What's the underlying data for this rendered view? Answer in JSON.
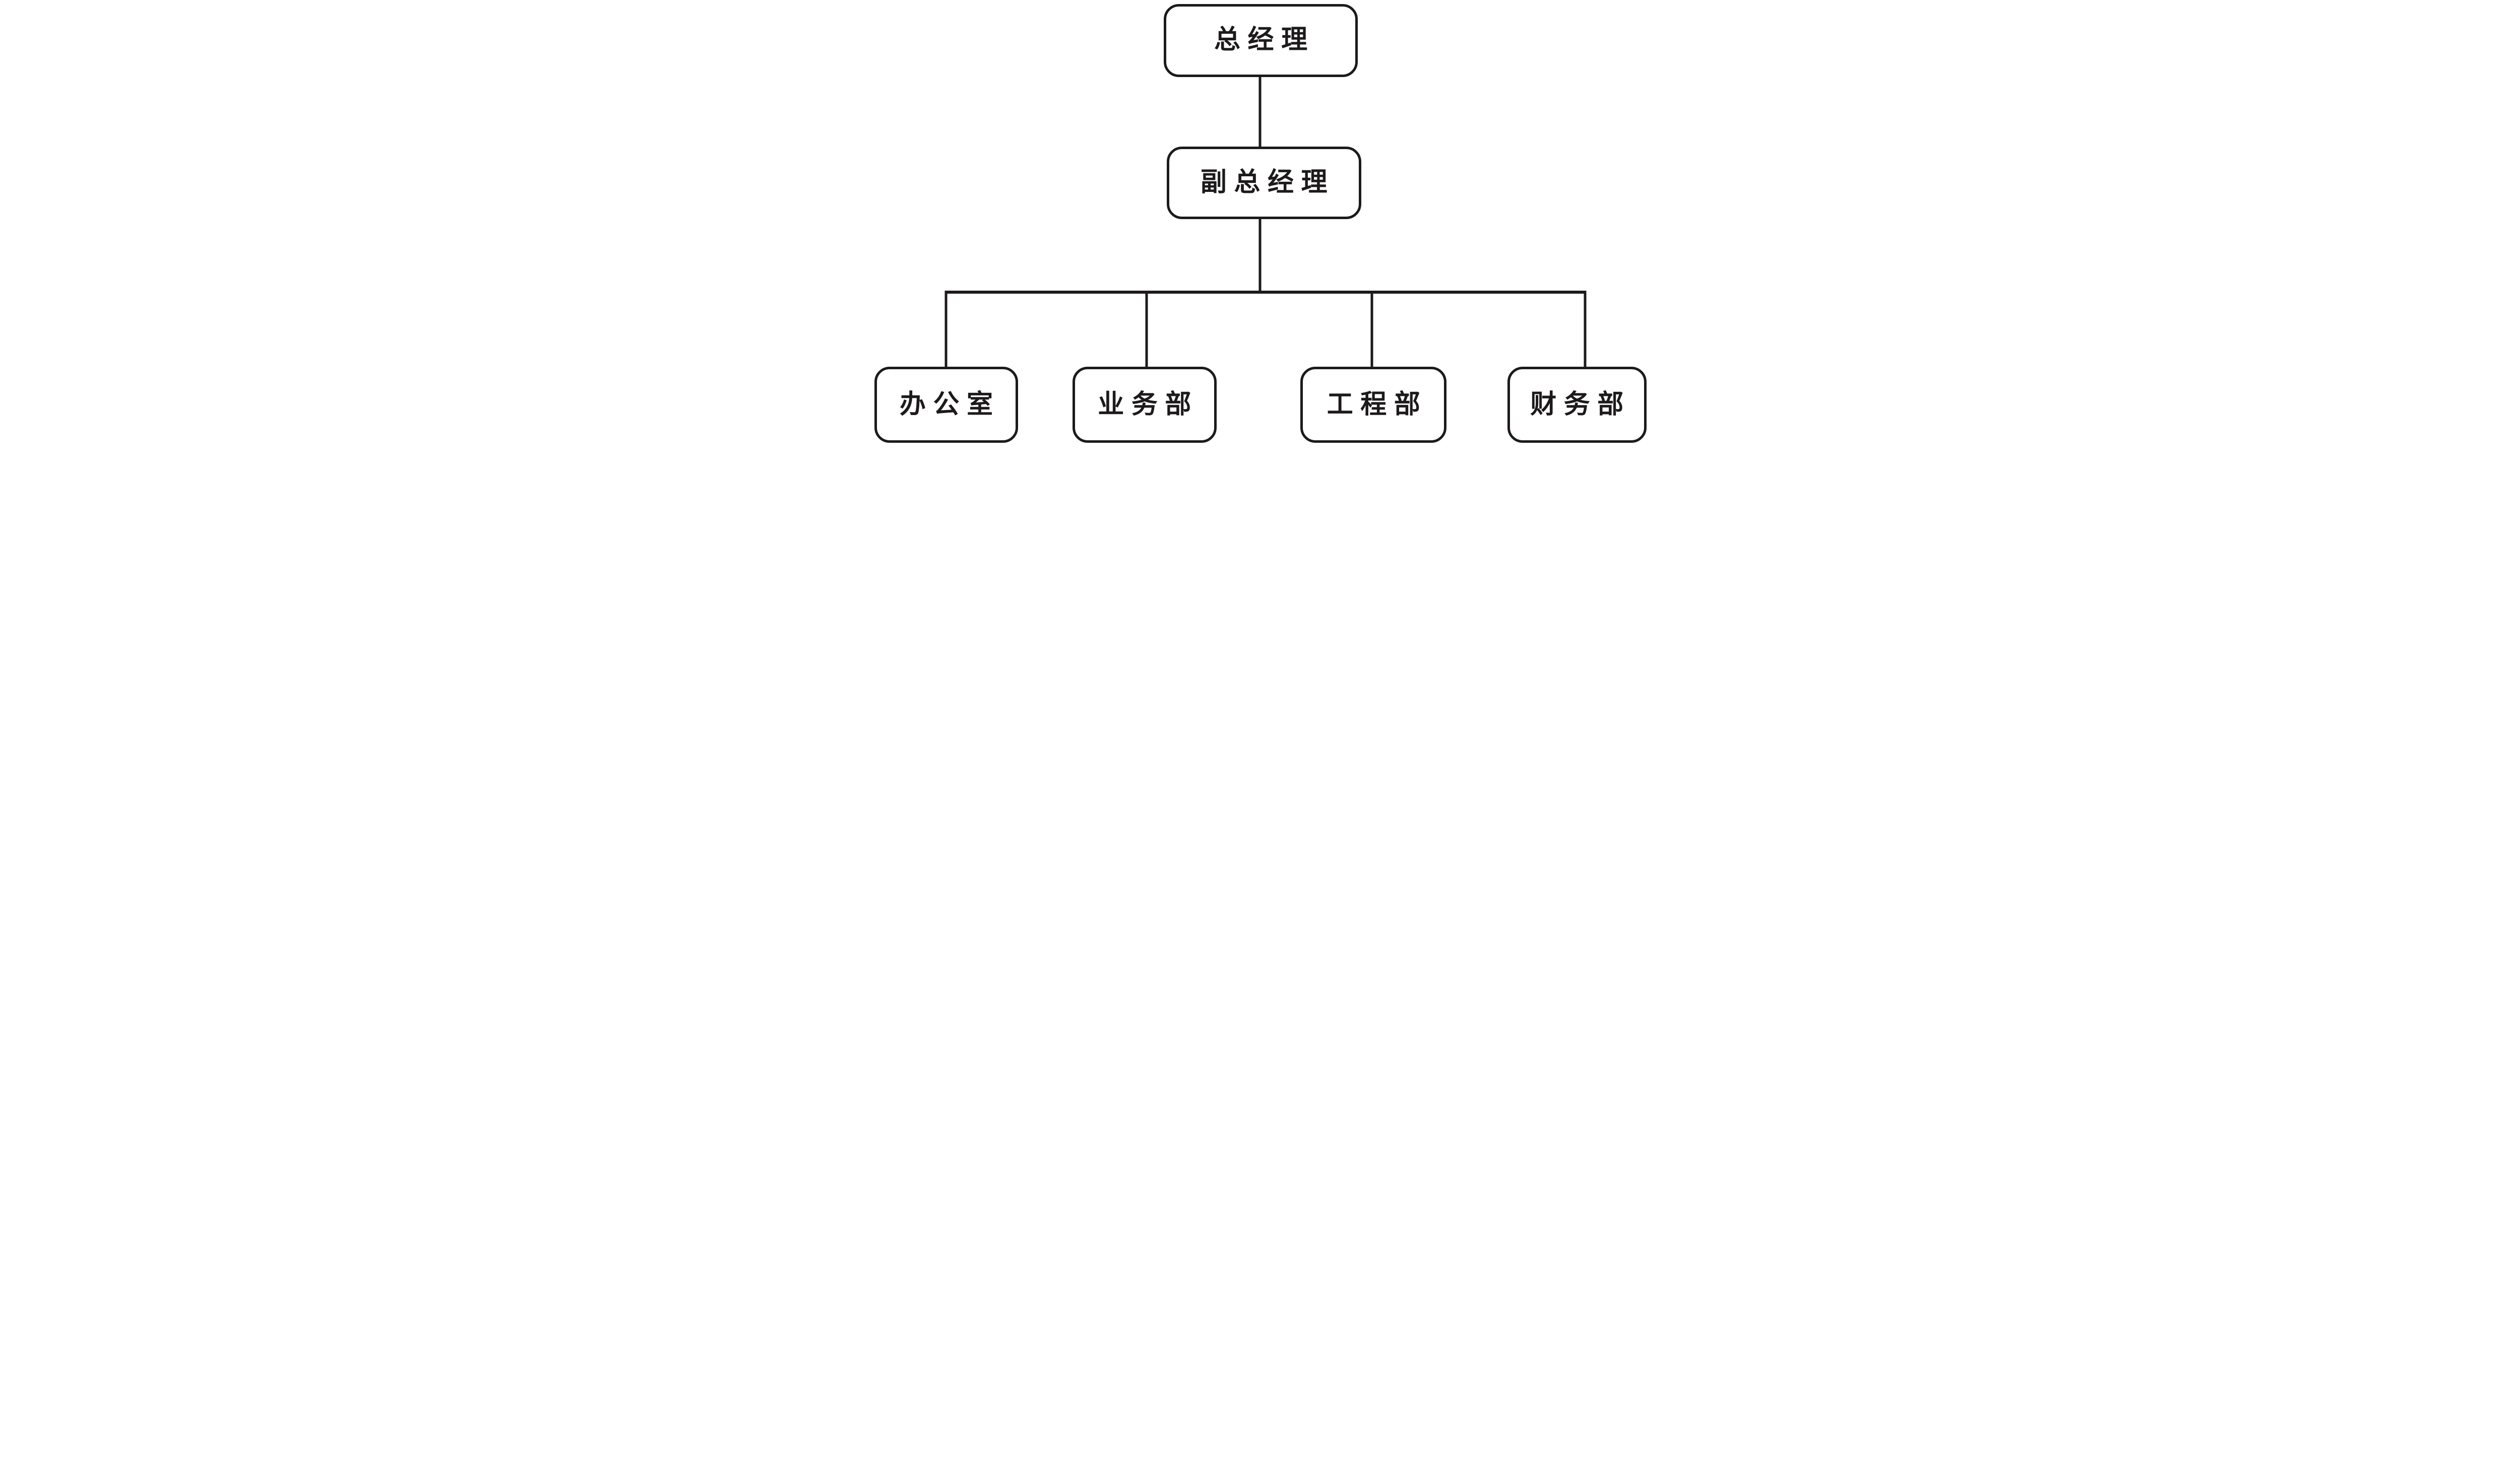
{
  "org_chart": {
    "root": {
      "label": "总经理"
    },
    "deputy": {
      "label": "副总经理"
    },
    "departments": [
      {
        "label": "办公室"
      },
      {
        "label": "业务部"
      },
      {
        "label": "工程部"
      },
      {
        "label": "财务部"
      }
    ],
    "colors": {
      "stroke": "#1d1a1b",
      "background": "#ffffff"
    }
  }
}
